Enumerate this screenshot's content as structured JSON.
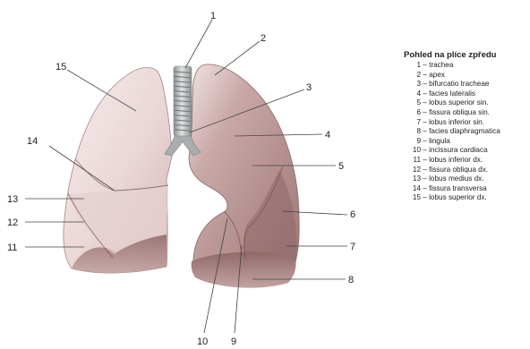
{
  "legend": {
    "title": "Pohled na plíce zpředu",
    "items": [
      {
        "num": "1",
        "label": "trachea"
      },
      {
        "num": "2",
        "label": "apex"
      },
      {
        "num": "3",
        "label": "bifurcatio tracheae"
      },
      {
        "num": "4",
        "label": "facies lateralis"
      },
      {
        "num": "5",
        "label": "lobus superior sin."
      },
      {
        "num": "6",
        "label": "fissura obliqua sin."
      },
      {
        "num": "7",
        "label": "lobus inferior sin."
      },
      {
        "num": "8",
        "label": "facies diaphragmatica"
      },
      {
        "num": "9",
        "label": "lingula"
      },
      {
        "num": "10",
        "label": "incissura cardiaca"
      },
      {
        "num": "11",
        "label": "lobus inferior dx."
      },
      {
        "num": "12",
        "label": "fissura obliqua dx."
      },
      {
        "num": "13",
        "label": "lobus medius dx."
      },
      {
        "num": "14",
        "label": "fissura transversa"
      },
      {
        "num": "15",
        "label": "lobus superior dx."
      }
    ]
  },
  "callouts": {
    "n1": "1",
    "n2": "2",
    "n3": "3",
    "n4": "4",
    "n5": "5",
    "n6": "6",
    "n7": "7",
    "n8": "8",
    "n9": "9",
    "n10": "10",
    "n11": "11",
    "n12": "12",
    "n13": "13",
    "n14": "14",
    "n15": "15"
  },
  "colors": {
    "right_lung_light": "#f2e4e4",
    "right_lung_mid": "#dcc0c0",
    "left_lung": "#b89594",
    "left_lung_dark": "#9a7473",
    "base": "#a77f7e",
    "trachea": "#b9bdbd"
  }
}
